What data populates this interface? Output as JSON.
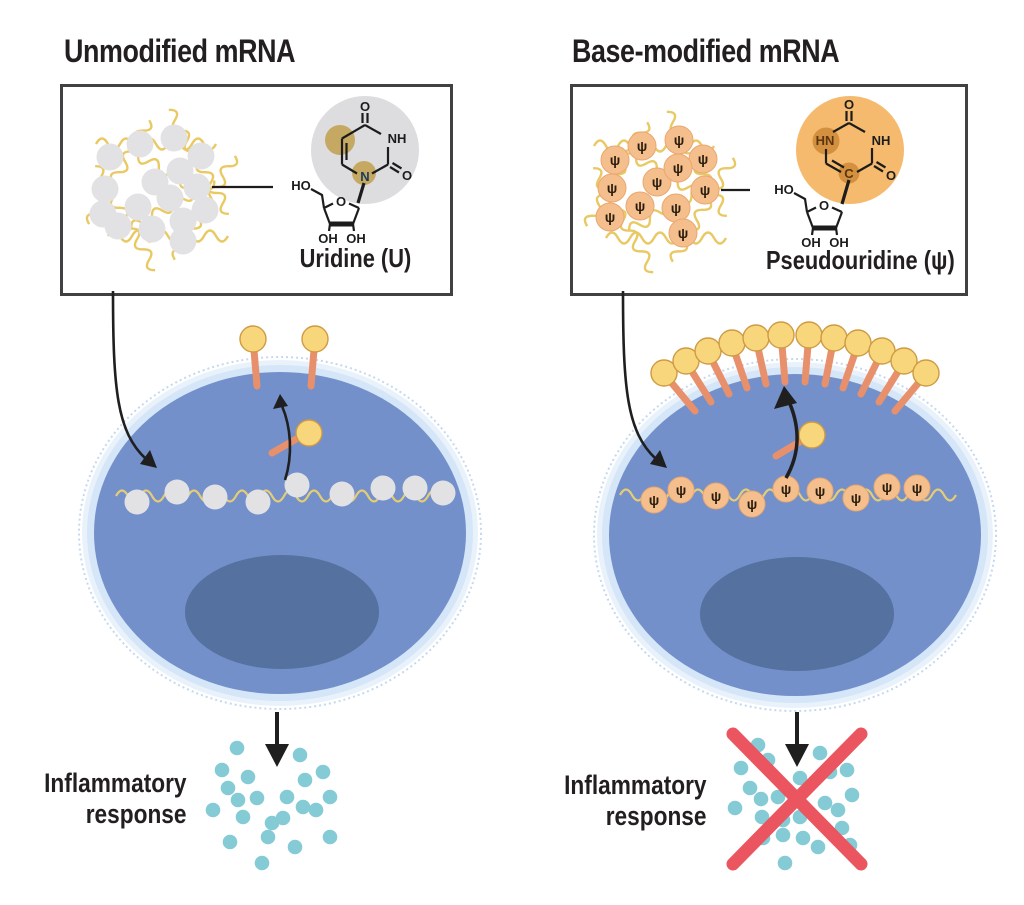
{
  "symbols": {
    "psi": "ψ"
  },
  "left_panel": {
    "title": "Unmodified mRNA",
    "molecule_label": "Uridine (U)",
    "atoms": {
      "o_top": "O",
      "nh": "NH",
      "o_side": "O",
      "n": "N",
      "ho": "HO",
      "o_ring": "O",
      "oh_left": "OH",
      "oh_right": "OH"
    },
    "response_line1": "Inflammatory",
    "response_line2": "response"
  },
  "right_panel": {
    "title": "Base-modified mRNA",
    "molecule_label": "Pseudouridine (ψ)",
    "atoms": {
      "o_top": "O",
      "hn": "HN",
      "nh": "NH",
      "o_side": "O",
      "c": "C",
      "ho": "HO",
      "o_ring": "O",
      "oh_left": "OH",
      "oh_right": "OH"
    },
    "response_line1": "Inflammatory",
    "response_line2": "response"
  },
  "colors": {
    "text": "#231f20",
    "box_border": "#414042",
    "mrna_strand": "#e9c964",
    "unmodified_nucleoside": "#e2e2e4",
    "modified_nucleoside": "#f4bf8d",
    "uridine_highlight": "#dddddf",
    "uridine_site_highlight": "#c5a963",
    "pseudouridine_highlight": "#f5ba6e",
    "pseudouridine_site_highlight": "#d3903f",
    "cell_body": "#7390ca",
    "cell_membrane": "#d4e6f7",
    "nucleus": "#54719f",
    "receptor_stalk": "#e8906c",
    "receptor_head": "#f8d77c",
    "cytokine_dot": "#85cbd5",
    "blocked_cross": "#ea5560"
  }
}
